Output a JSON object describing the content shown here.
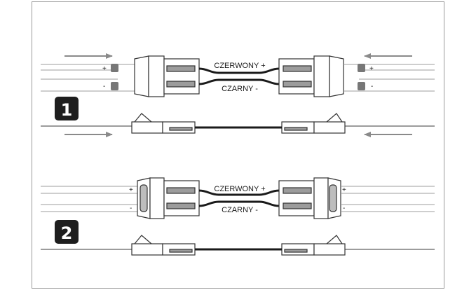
{
  "steps": [
    {
      "number": "1",
      "label_red": "CZERWONY +",
      "label_black": "CZARNY -",
      "plus": "+",
      "minus": "-"
    },
    {
      "number": "2",
      "label_red": "CZERWONY +",
      "label_black": "CZARNY -",
      "plus": "+",
      "minus": "-"
    }
  ],
  "colors": {
    "stroke": "#333333",
    "badge": "#1e1e1e",
    "strip": "#9c9c9c",
    "arrow": "#8a8a8a"
  }
}
